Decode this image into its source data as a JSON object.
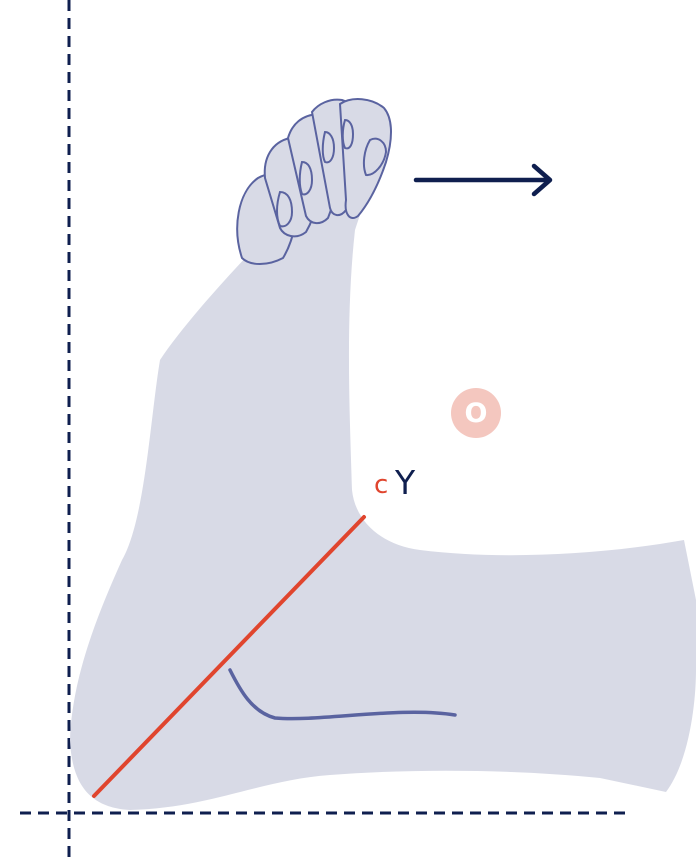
{
  "labels": {
    "c": "c",
    "y": "Y",
    "badge": "O"
  },
  "colors": {
    "foot_fill": "#d8dae6",
    "foot_outline": "#5a63a0",
    "accent_red": "#e0452e",
    "navy": "#0f1f4f",
    "badge_fill": "#f4c7bf"
  },
  "icons": {
    "arrow": "right-arrow-icon"
  }
}
